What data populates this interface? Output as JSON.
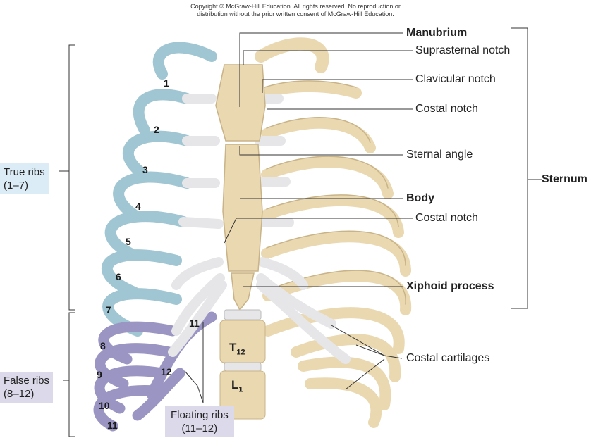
{
  "copyright": {
    "line1": "Copyright © McGraw-Hill Education.  All rights reserved. No reproduction or",
    "line2": "distribution without the prior written consent of McGraw-Hill Education."
  },
  "labels": {
    "manubrium": "Manubrium",
    "suprasternal_notch": "Suprasternal notch",
    "clavicular_notch": "Clavicular notch",
    "costal_notch_upper": "Costal notch",
    "sternal_angle": "Sternal angle",
    "sternum": "Sternum",
    "body": "Body",
    "costal_notch_lower": "Costal notch",
    "xiphoid_process": "Xiphoid process",
    "costal_cartilages": "Costal cartilages"
  },
  "groups": {
    "true_ribs": {
      "line1": "True ribs",
      "line2": "(1–7)"
    },
    "false_ribs": {
      "line1": "False ribs",
      "line2": "(8–12)"
    },
    "floating_ribs": {
      "line1": "Floating ribs",
      "line2": "(11–12)"
    }
  },
  "rib_numbers": [
    "1",
    "2",
    "3",
    "4",
    "5",
    "6",
    "7",
    "8",
    "9",
    "10",
    "11",
    "11",
    "12"
  ],
  "vertebrae": {
    "t_letter": "T",
    "t_sub": "12",
    "l_letter": "L",
    "l_sub": "1"
  },
  "colors": {
    "true_rib": "#9fc6d2",
    "false_rib": "#9a95c2",
    "bone": "#ead8b0",
    "cartilage": "#e6e6e8",
    "leader": "#333333"
  }
}
